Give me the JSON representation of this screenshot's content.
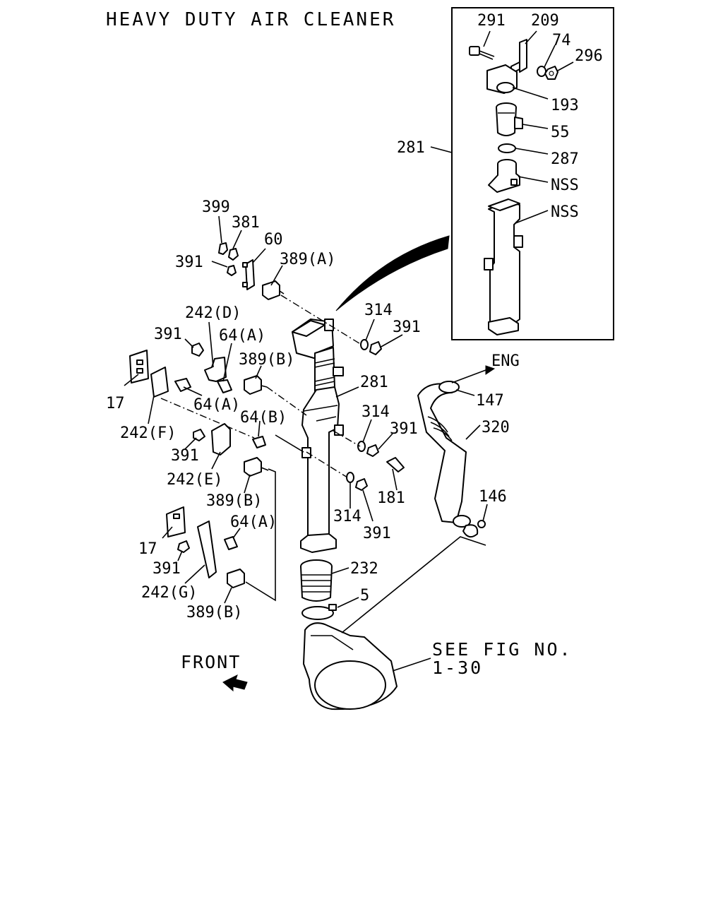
{
  "title": "HEAVY DUTY AIR CLEANER",
  "inset_labels": {
    "l291": "291",
    "l209": "209",
    "l74": "74",
    "l296": "296",
    "l193": "193",
    "l55": "55",
    "l281_inset": "281",
    "l287": "287",
    "lnss1": "NSS",
    "lnss2": "NSS"
  },
  "labels": {
    "l399": "399",
    "l381": "381",
    "l60": "60",
    "l391_a": "391",
    "l389a": "389(A)",
    "l242d": "242(D)",
    "l391_b": "391",
    "l64a_1": "64(A)",
    "l389b_1": "389(B)",
    "l314_a": "314",
    "l391_c": "391",
    "l17_a": "17",
    "l64a_2": "64(A)",
    "l242f": "242(F)",
    "l64b": "64(B)",
    "l391_d": "391",
    "l242e": "242(E)",
    "l389b_2": "389(B)",
    "l281": "281",
    "l314_b": "314",
    "l391_e": "391",
    "l181": "181",
    "l314_c": "314",
    "l391_f": "391",
    "l17_b": "17",
    "l391_g": "391",
    "l64a_3": "64(A)",
    "l242g": "242(G)",
    "l389b_3": "389(B)",
    "l232": "232",
    "l5": "5",
    "leng": "ENG",
    "l147": "147",
    "l320": "320",
    "l146": "146",
    "lsee1": "SEE FIG NO.",
    "lsee2": "1-30",
    "lfront": "FRONT"
  }
}
